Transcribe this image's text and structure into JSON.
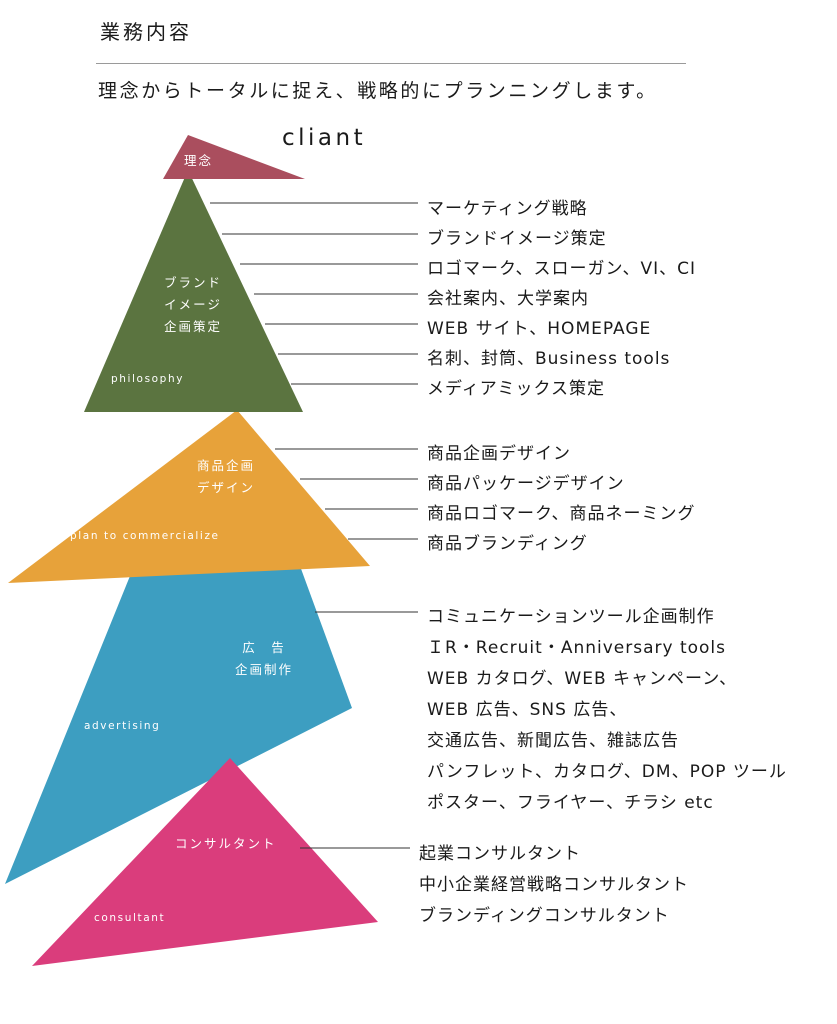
{
  "header": {
    "title": "業務内容",
    "subtitle": "理念からトータルに捉え、戦略的にプランニングします。"
  },
  "client_label": "cliant",
  "colors": {
    "rinen": "#aa4e5e",
    "philosophy": "#5b7440",
    "product": "#e7a23a",
    "advertising": "#3d9ec1",
    "consultant": "#da3d7c",
    "leader": "#333333"
  },
  "sections": {
    "rinen": {
      "label": "理念"
    },
    "philosophy": {
      "label": "ブランド\nイメージ\n企画策定",
      "en": "philosophy",
      "items": [
        "マーケティング戦略",
        "ブランドイメージ策定",
        "ロゴマーク、スローガン、VI、CI",
        "会社案内、大学案内",
        "WEB サイト、HOMEPAGE",
        "名刺、封筒、Business tools",
        "メディアミックス策定"
      ]
    },
    "product": {
      "label": "商品企画\nデザイン",
      "en": "plan to commercialize",
      "items": [
        "商品企画デザイン",
        "商品パッケージデザイン",
        "商品ロゴマーク、商品ネーミング",
        "商品ブランディング"
      ]
    },
    "advertising": {
      "label": "広　告\n企画制作",
      "en": "advertising",
      "items": [
        "コミュニケーションツール企画制作",
        "ＩR・Recruit・Anniversary tools",
        "WEB カタログ、WEB キャンペーン、",
        "WEB 広告、SNS 広告、",
        "交通広告、新聞広告、雑誌広告",
        "パンフレット、カタログ、DM、POP ツール",
        "ポスター、フライヤー、チラシ etc"
      ]
    },
    "consultant": {
      "label": "コンサルタント",
      "en": "consultant",
      "items": [
        "起業コンサルタント",
        "中小企業経営戦略コンサルタント",
        "ブランディングコンサルタント"
      ]
    }
  }
}
